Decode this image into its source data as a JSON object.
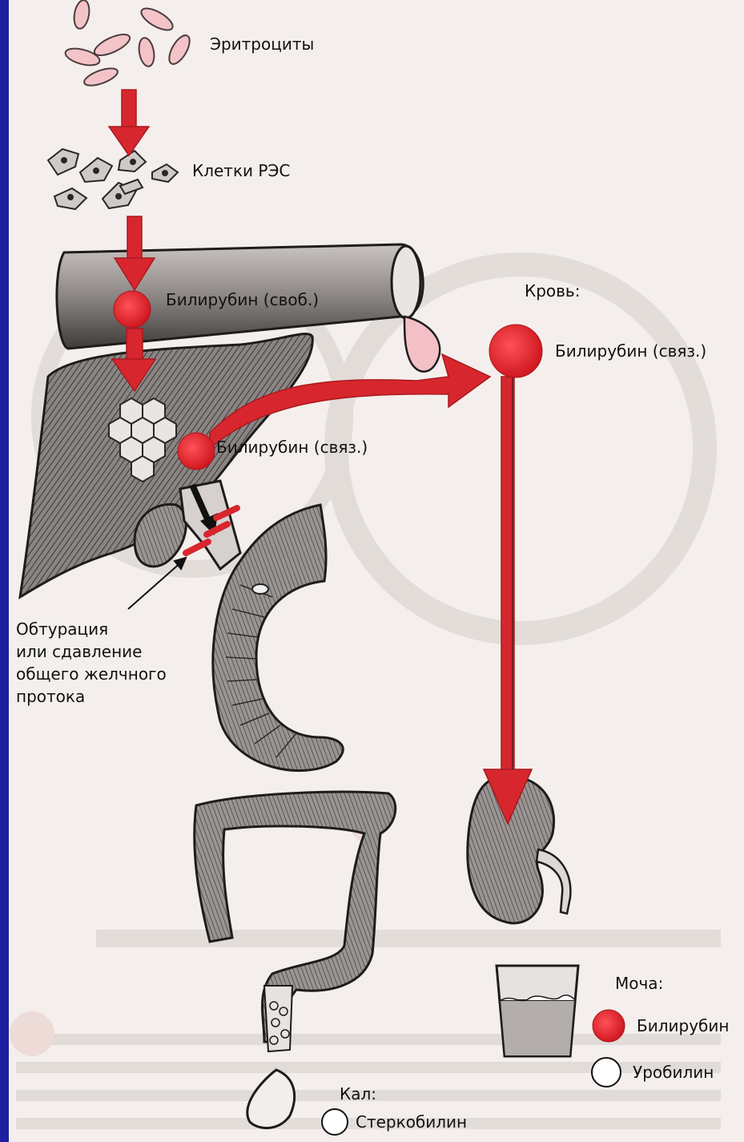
{
  "labels": {
    "erythrocytes": "Эритроциты",
    "res_cells": "Клетки РЭС",
    "bilirubin_free": "Билирубин (своб.)",
    "blood_heading": "Кровь:",
    "bilirubin_bound_blood": "Билирубин (связ.)",
    "bilirubin_bound_liver": "Билирубин (связ.)",
    "obstruction_line1": "Обтурация",
    "obstruction_line2": "или сдавление",
    "obstruction_line3": "общего желчного",
    "obstruction_line4": "протока",
    "urine_heading": "Моча:",
    "feces_heading": "Кал:",
    "stercobilin": "Стеркобилин"
  },
  "legend": {
    "bilirubin": "Билирубин",
    "urobilin": "Уробилин"
  },
  "colors": {
    "arrow_red": "#d7262e",
    "bilirubin_dot": "#e0262b",
    "frame": "#1c1f9e",
    "organ_fill": "#6e6a68"
  }
}
